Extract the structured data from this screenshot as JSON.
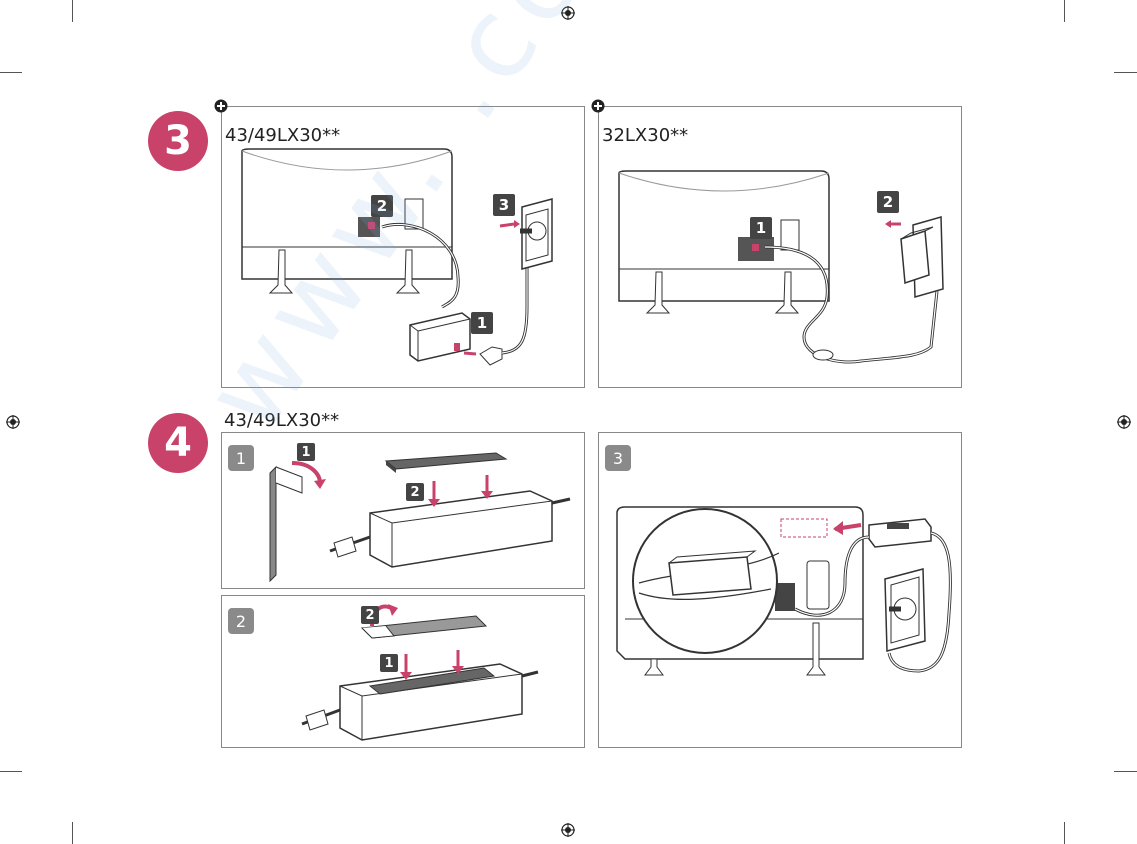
{
  "steps": {
    "step3": {
      "number": "3",
      "left_model": "43/49LX30**",
      "right_model": "32LX30**",
      "left_callouts": [
        "1",
        "2",
        "3"
      ],
      "right_callouts": [
        "1",
        "2"
      ]
    },
    "step4": {
      "number": "4",
      "model": "43/49LX30**",
      "panel1": {
        "label": "1",
        "callouts": [
          "1",
          "2"
        ]
      },
      "panel2": {
        "label": "2",
        "callouts": [
          "1",
          "2"
        ]
      },
      "panel3": {
        "label": "3"
      }
    }
  },
  "watermark": "www.   .com",
  "colors": {
    "accent": "#c8426a",
    "callout": "#444444",
    "panel_label": "#8a8a8a",
    "line": "#333333"
  }
}
